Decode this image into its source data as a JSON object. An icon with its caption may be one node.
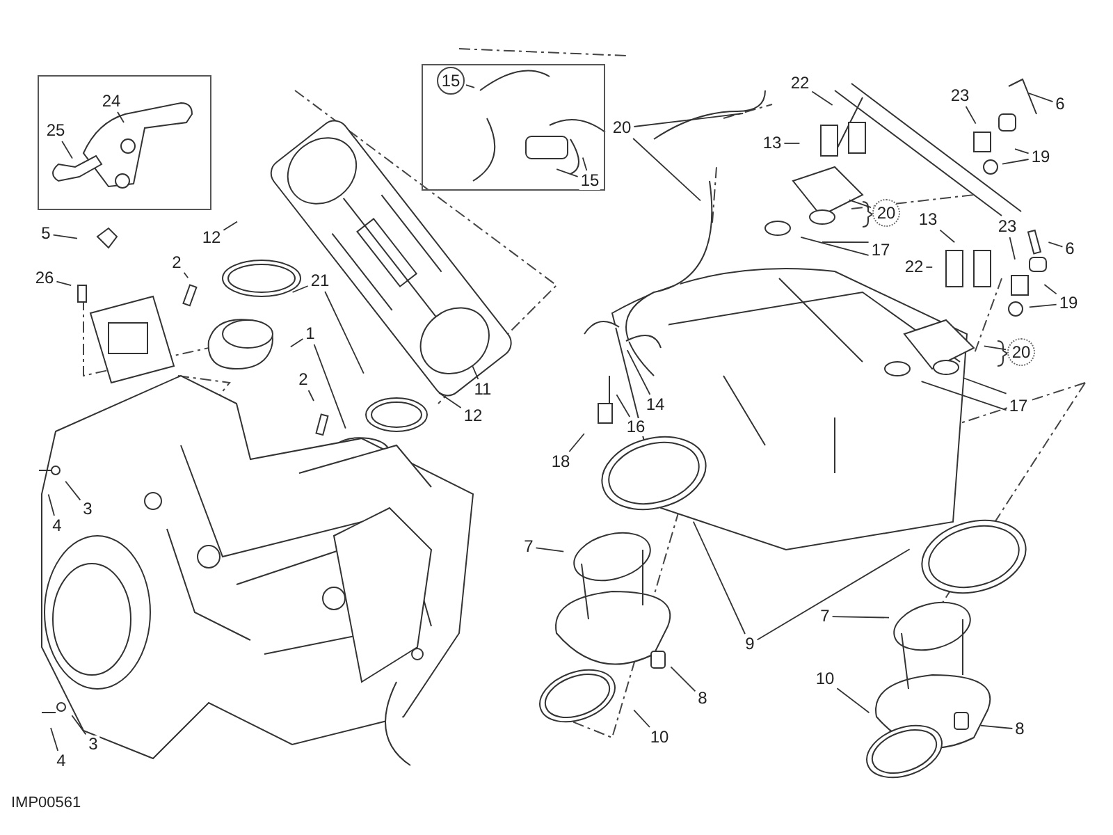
{
  "diagram": {
    "nodes": [
      {
        "text": [],
        "shape": "box"
      },
      {
        "text": [
          "24"
        ],
        "in": 0
      },
      {
        "text": [
          "25"
        ],
        "in": 0
      },
      {
        "text": [],
        "shape": "box"
      },
      {
        "text": [
          "15"
        ],
        "in": 3
      },
      {
        "text": [
          "15"
        ],
        "in": 3
      },
      {
        "text": [
          "20"
        ]
      },
      {
        "text": [
          "22"
        ]
      },
      {
        "text": [
          "23"
        ]
      },
      {
        "text": [
          "6"
        ]
      },
      {
        "text": [
          "13"
        ]
      },
      {
        "text": [
          "19"
        ]
      },
      {
        "text": [
          "20"
        ]
      },
      {
        "text": [
          "13"
        ]
      },
      {
        "text": [
          "23"
        ]
      },
      {
        "text": [
          "5"
        ]
      },
      {
        "text": [
          "12"
        ]
      },
      {
        "text": [
          "6"
        ]
      },
      {
        "text": [
          "17"
        ]
      },
      {
        "text": [
          "2"
        ]
      },
      {
        "text": [
          "22"
        ]
      },
      {
        "text": [
          "26"
        ]
      },
      {
        "text": [
          "21"
        ]
      },
      {
        "text": [
          "19"
        ]
      },
      {
        "text": [
          "1"
        ]
      },
      {
        "text": [
          "20"
        ]
      },
      {
        "text": [
          "2"
        ]
      },
      {
        "text": [
          "11"
        ]
      },
      {
        "text": [
          "14"
        ]
      },
      {
        "text": [
          "17"
        ]
      },
      {
        "text": [
          "12"
        ]
      },
      {
        "text": [
          "16"
        ]
      },
      {
        "text": [
          "18"
        ]
      },
      {
        "text": [
          "3"
        ]
      },
      {
        "text": [
          "4"
        ]
      },
      {
        "text": [
          "7"
        ]
      },
      {
        "text": [
          "7"
        ]
      },
      {
        "text": [
          "9"
        ]
      },
      {
        "text": [
          "10"
        ]
      },
      {
        "text": [
          "8"
        ]
      },
      {
        "text": [
          "8"
        ]
      },
      {
        "text": [
          "10"
        ]
      },
      {
        "text": [
          "3"
        ]
      },
      {
        "text": [
          "4"
        ]
      }
    ],
    "edges": [
      {
        "from": 1,
        "to": null,
        "arrow": "none"
      },
      {
        "from": 2,
        "to": null,
        "arrow": "none"
      },
      {
        "from": 4,
        "to": null,
        "arrow": "none"
      },
      {
        "from": 5,
        "to": null,
        "arrow": "none"
      },
      {
        "from": 5,
        "to": null,
        "arrow": "none"
      },
      {
        "from": 6,
        "to": null,
        "arrow": "none"
      },
      {
        "from": 6,
        "to": null,
        "arrow": "none"
      },
      {
        "from": 7,
        "to": null,
        "arrow": "none"
      },
      {
        "from": 8,
        "to": null,
        "arrow": "none"
      },
      {
        "from": 9,
        "to": null,
        "arrow": "none"
      },
      {
        "from": 10,
        "to": null,
        "arrow": "none"
      },
      {
        "from": 11,
        "to": null,
        "arrow": "none"
      },
      {
        "from": 11,
        "to": null,
        "arrow": "none"
      },
      {
        "from": 12,
        "to": null,
        "arrow": "none"
      },
      {
        "from": 13,
        "to": null,
        "arrow": "none"
      },
      {
        "from": 14,
        "to": null,
        "arrow": "none"
      },
      {
        "from": 15,
        "to": null,
        "arrow": "none"
      },
      {
        "from": 16,
        "to": null,
        "arrow": "none"
      },
      {
        "from": 17,
        "to": null,
        "arrow": "none"
      },
      {
        "from": 18,
        "to": null,
        "arrow": "none"
      },
      {
        "from": 18,
        "to": null,
        "arrow": "none"
      },
      {
        "from": 19,
        "to": null,
        "arrow": "none"
      },
      {
        "from": 20,
        "to": null,
        "arrow": "none"
      },
      {
        "from": 21,
        "to": null,
        "arrow": "none"
      },
      {
        "from": 22,
        "to": null,
        "arrow": "none"
      },
      {
        "from": 22,
        "to": null,
        "arrow": "none"
      },
      {
        "from": 23,
        "to": null,
        "arrow": "none"
      },
      {
        "from": 23,
        "to": null,
        "arrow": "none"
      },
      {
        "from": 24,
        "to": null,
        "arrow": "none"
      },
      {
        "from": 24,
        "to": null,
        "arrow": "none"
      },
      {
        "from": 25,
        "to": null,
        "arrow": "none"
      },
      {
        "from": 26,
        "to": null,
        "arrow": "none"
      },
      {
        "from": 27,
        "to": null,
        "arrow": "none"
      },
      {
        "from": 28,
        "to": null,
        "arrow": "none"
      },
      {
        "from": 29,
        "to": null,
        "arrow": "none"
      },
      {
        "from": 29,
        "to": null,
        "arrow": "none"
      },
      {
        "from": 30,
        "to": null,
        "arrow": "none"
      },
      {
        "from": 31,
        "to": null,
        "arrow": "none"
      },
      {
        "from": 32,
        "to": null,
        "arrow": "none"
      },
      {
        "from": 33,
        "to": null,
        "arrow": "none"
      },
      {
        "from": 34,
        "to": null,
        "arrow": "none"
      },
      {
        "from": 35,
        "to": null,
        "arrow": "none"
      },
      {
        "from": 36,
        "to": null,
        "arrow": "none"
      },
      {
        "from": 37,
        "to": null,
        "arrow": "none"
      },
      {
        "from": 37,
        "to": null,
        "arrow": "none"
      },
      {
        "from": 38,
        "to": null,
        "arrow": "none"
      },
      {
        "from": 39,
        "to": null,
        "arrow": "none"
      },
      {
        "from": 40,
        "to": null,
        "arrow": "none"
      },
      {
        "from": 41,
        "to": null,
        "arrow": "none"
      },
      {
        "from": 42,
        "to": null,
        "arrow": "none"
      },
      {
        "from": 43,
        "to": null,
        "arrow": "none"
      }
    ],
    "labels": [
      "IMP00561"
    ]
  }
}
